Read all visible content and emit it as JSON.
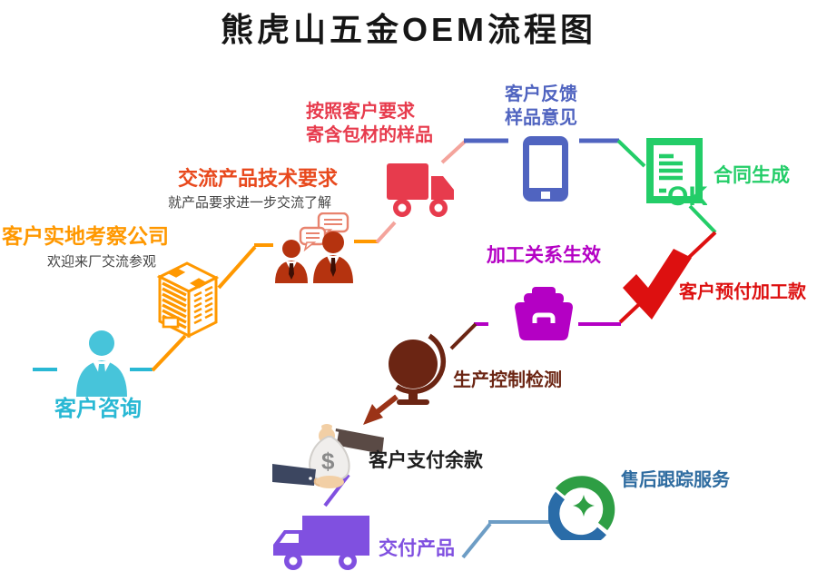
{
  "title": "熊虎山五金OEM流程图",
  "icon_texts": {
    "ok": "OK",
    "currency": "$"
  },
  "steps": {
    "inquiry": {
      "label": "客户咨询"
    },
    "visit": {
      "label": "客户实地考察公司",
      "sub": "欢迎来厂交流参观"
    },
    "discuss": {
      "label": "交流产品技术要求",
      "sub": "就产品要求进一步交流了解"
    },
    "sample": {
      "line1": "按照客户要求",
      "line2": "寄含包材的样品"
    },
    "feedback": {
      "line1": "客户反馈",
      "line2": "样品意见"
    },
    "contract": {
      "label": "合同生成"
    },
    "prepay": {
      "label": "客户预付加工款"
    },
    "effective": {
      "label": "加工关系生效"
    },
    "qc": {
      "label": "生产控制检测"
    },
    "balance": {
      "label": "客户支付余款"
    },
    "deliver": {
      "label": "交付产品"
    },
    "aftersale": {
      "label": "售后跟踪服务"
    }
  },
  "colors": {
    "inquiry_cyan": "#29b8d4",
    "visit_orange": "#ff9800",
    "discuss_heading_red": "#e8491d",
    "people_icon_brick": "#b5330f",
    "sample_crimson": "#e73b4d",
    "salmon_connector": "#f4a49c",
    "feedback_blue": "#5064c0",
    "contract_green": "#23cd68",
    "prepay_red": "#dd1010",
    "effective_magenta": "#b400c4",
    "qc_maroon": "#6b2513",
    "arrow_rust": "#9b3317",
    "balance_black": "#1d1d1d",
    "deliver_purple": "#8050e0",
    "aftersale_steelblue": "#2f6ca0",
    "aftersale_line": "#6d9dc5"
  }
}
